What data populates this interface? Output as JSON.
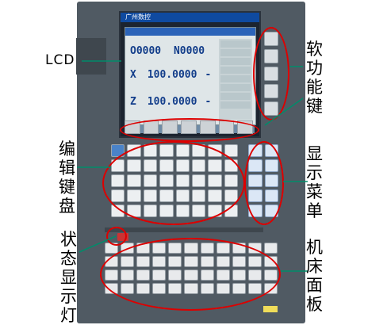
{
  "labels": {
    "lcd": "LCD",
    "edit_keyboard": [
      "编",
      "辑",
      "键",
      "盘"
    ],
    "soft_keys": [
      "软",
      "功",
      "能",
      "键"
    ],
    "display_menu": [
      "显",
      "示",
      "菜",
      "单"
    ],
    "status_lights": [
      "状",
      "态",
      "显",
      "示",
      "灯"
    ],
    "machine_panel": [
      "机",
      "床",
      "面",
      "板"
    ]
  },
  "lcd_screen": {
    "brand": "广州数控",
    "o_value": "O0000",
    "n_value": "N0000",
    "x_value": "100.0000",
    "z_value": "100.0000"
  },
  "colors": {
    "panel": "#505a63",
    "highlight": "#dd0000",
    "pointer": "#008c6a"
  }
}
